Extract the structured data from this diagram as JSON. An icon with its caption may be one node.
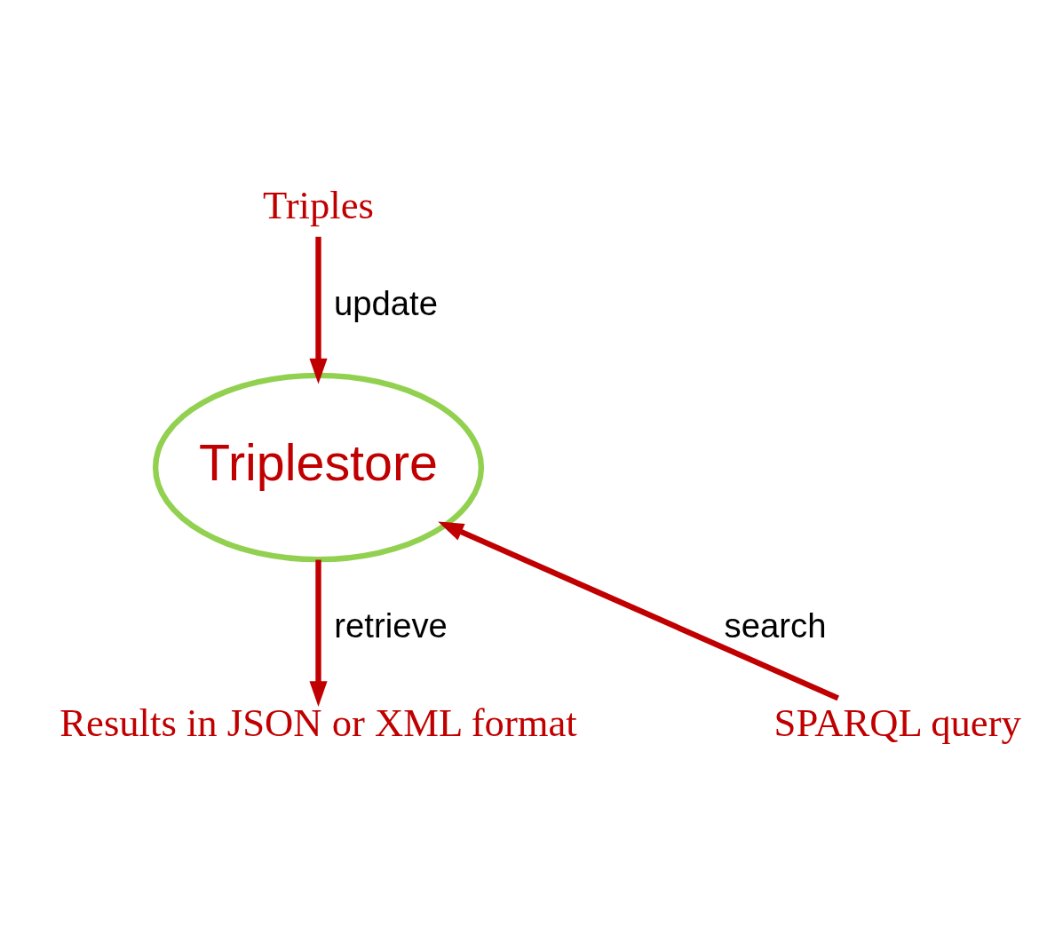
{
  "diagram": {
    "nodes": [
      {
        "text": [
          "Triples"
        ]
      },
      {
        "text": [
          "Triplestore"
        ]
      },
      {
        "text": [
          "SPARQL query"
        ]
      },
      {
        "text": [
          "Results in JSON or XML format"
        ]
      }
    ],
    "edges": [
      {
        "from": 0,
        "to": 1,
        "arrow": "to",
        "label": "update"
      },
      {
        "from": 2,
        "to": 1,
        "arrow": "to",
        "label": "search"
      },
      {
        "from": 1,
        "to": 3,
        "arrow": "to",
        "label": "retrieve"
      }
    ]
  }
}
